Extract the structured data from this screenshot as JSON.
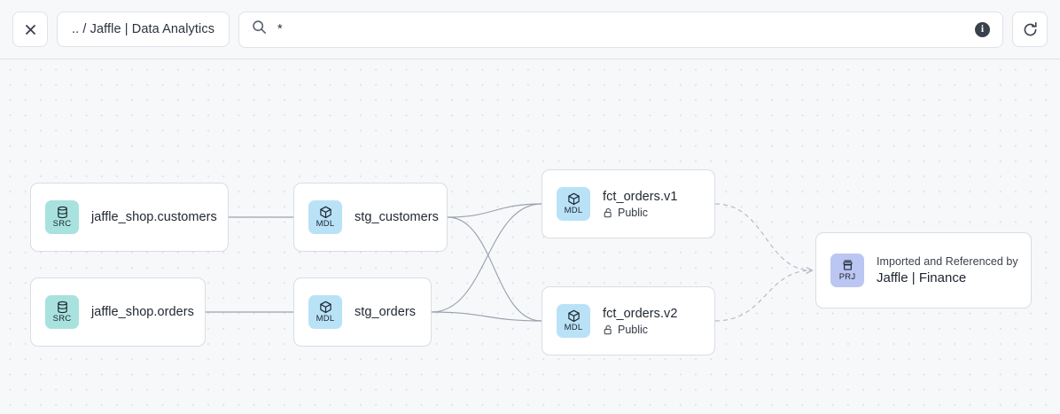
{
  "toolbar": {
    "close_label": "✕",
    "close_icon": "close-icon",
    "breadcrumb_label": ".. / Jaffle | Data Analytics",
    "search_icon": "search-icon",
    "search_value": "*",
    "search_placeholder": "Search",
    "info_icon_label": "i",
    "refresh_icon": "refresh-icon"
  },
  "graph": {
    "nodes": [
      {
        "id": "src-customers",
        "badge_type": "SRC",
        "badge_icon": "database-icon",
        "title": "jaffle_shop.customers"
      },
      {
        "id": "src-orders",
        "badge_type": "SRC",
        "badge_icon": "database-icon",
        "title": "jaffle_shop.orders"
      },
      {
        "id": "mdl-stg-customers",
        "badge_type": "MDL",
        "badge_icon": "cube-icon",
        "title": "stg_customers"
      },
      {
        "id": "mdl-stg-orders",
        "badge_type": "MDL",
        "badge_icon": "cube-icon",
        "title": "stg_orders"
      },
      {
        "id": "mdl-fct-orders-v1",
        "badge_type": "MDL",
        "badge_icon": "cube-icon",
        "title": "fct_orders.v1",
        "access_icon": "unlock-icon",
        "access": "Public"
      },
      {
        "id": "mdl-fct-orders-v2",
        "badge_type": "MDL",
        "badge_icon": "cube-icon",
        "title": "fct_orders.v2",
        "access_icon": "unlock-icon",
        "access": "Public"
      },
      {
        "id": "prj-jaffle-finance",
        "badge_type": "PRJ",
        "badge_icon": "project-stack-icon",
        "kicker": "Imported and Referenced by",
        "title": "Jaffle | Finance"
      }
    ],
    "edges": [
      {
        "from": "src-customers",
        "to": "mdl-stg-customers",
        "style": "solid"
      },
      {
        "from": "src-orders",
        "to": "mdl-stg-orders",
        "style": "solid"
      },
      {
        "from": "mdl-stg-customers",
        "to": "mdl-fct-orders-v1",
        "style": "solid"
      },
      {
        "from": "mdl-stg-customers",
        "to": "mdl-fct-orders-v2",
        "style": "solid"
      },
      {
        "from": "mdl-stg-orders",
        "to": "mdl-fct-orders-v1",
        "style": "solid"
      },
      {
        "from": "mdl-stg-orders",
        "to": "mdl-fct-orders-v2",
        "style": "solid"
      },
      {
        "from": "mdl-fct-orders-v1",
        "to": "prj-jaffle-finance",
        "style": "dashed"
      },
      {
        "from": "mdl-fct-orders-v2",
        "to": "prj-jaffle-finance",
        "style": "dashed"
      }
    ]
  },
  "colors": {
    "badge_src": "#a8e2de",
    "badge_mdl": "#b9e2f7",
    "badge_prj": "#bcc6f2",
    "canvas_bg": "#f7f8fa",
    "node_border": "#d9dde3",
    "edge": "#9aa2ae"
  }
}
